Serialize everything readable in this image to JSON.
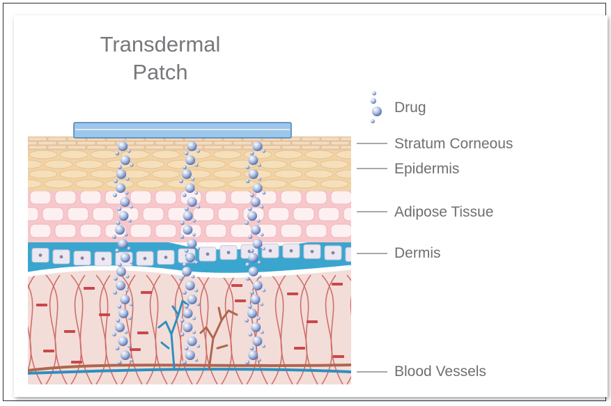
{
  "title": "Transdermal\nPatch",
  "legend": {
    "drug_label": "Drug"
  },
  "layers": {
    "stratum_corneous": "Stratum Corneous",
    "epidermis": "Epidermis",
    "adipose_tissue": "Adipose Tissue",
    "dermis": "Dermis",
    "blood_vessels": "Blood Vessels"
  },
  "colors": {
    "stratum": "#e8c9a3",
    "epidermis": "#f1d3a6",
    "adipose": "#f6c8cc",
    "dermis_blue": "#3aa6cf",
    "connective": "#f3ddd8",
    "fiber": "#cf6e6a",
    "vessel_blue": "#2d8fc0",
    "vessel_red": "#b0654e",
    "patch": "#9cc7ea",
    "drug": "#8ea6d4"
  }
}
